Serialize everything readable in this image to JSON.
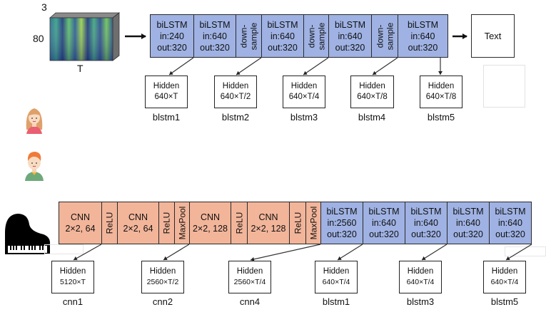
{
  "spectrogram": {
    "channels_label": "3",
    "freq_label": "80",
    "time_label": "T"
  },
  "top_pipeline": {
    "blocks": [
      {
        "type": "bilstm",
        "text": "biLSTM\nin:240\nout:320"
      },
      {
        "type": "bilstm",
        "text": "biLSTM\nin:640\nout:320"
      },
      {
        "type": "downsample",
        "text": "down-\nsample"
      },
      {
        "type": "bilstm",
        "text": "biLSTM\nin:640\nout:320"
      },
      {
        "type": "downsample",
        "text": "down-\nsample"
      },
      {
        "type": "bilstm",
        "text": "biLSTM\nin:640\nout:320"
      },
      {
        "type": "downsample",
        "text": "down-\nsample"
      },
      {
        "type": "bilstm",
        "text": "biLSTM\nin:640\nout:320"
      }
    ],
    "output_label": "Text",
    "hidden": [
      {
        "title": "Hidden",
        "dim": "640×T",
        "name": "blstm1"
      },
      {
        "title": "Hidden",
        "dim": "640×T/2",
        "name": "blstm2"
      },
      {
        "title": "Hidden",
        "dim": "640×T/4",
        "name": "blstm3"
      },
      {
        "title": "Hidden",
        "dim": "640×T/8",
        "name": "blstm4"
      },
      {
        "title": "Hidden",
        "dim": "640×T/8",
        "name": "blstm5"
      }
    ]
  },
  "icons": {
    "speaker_female": "woman-avatar-icon",
    "speaker_male": "man-avatar-icon",
    "instrument": "grand-piano-icon"
  },
  "bottom_pipeline": {
    "blocks": [
      {
        "type": "cnn",
        "text": "CNN\n2×2, 64"
      },
      {
        "type": "relu",
        "text": "ReLU"
      },
      {
        "type": "cnn",
        "text": "CNN\n2×2, 64"
      },
      {
        "type": "relu",
        "text": "ReLU"
      },
      {
        "type": "maxpool",
        "text": "MaxPool"
      },
      {
        "type": "cnn",
        "text": "CNN\n2×2, 128"
      },
      {
        "type": "relu",
        "text": "ReLU"
      },
      {
        "type": "cnn",
        "text": "CNN\n2×2, 128"
      },
      {
        "type": "relu",
        "text": "ReLU"
      },
      {
        "type": "maxpool",
        "text": "MaxPool"
      },
      {
        "type": "bilstm",
        "text": "biLSTM\nin:2560\nout:320"
      },
      {
        "type": "bilstm",
        "text": "biLSTM\nin:640\nout:320"
      },
      {
        "type": "bilstm",
        "text": "biLSTM\nin:640\nout:320"
      },
      {
        "type": "bilstm",
        "text": "biLSTM\nin:640\nout:320"
      },
      {
        "type": "bilstm",
        "text": "biLSTM\nin:640\nout:320"
      }
    ],
    "hidden": [
      {
        "title": "Hidden",
        "dim": "5120×T",
        "name": "cnn1"
      },
      {
        "title": "Hidden",
        "dim": "2560×T/2",
        "name": "cnn2"
      },
      {
        "title": "Hidden",
        "dim": "2560×T/4",
        "name": "cnn4"
      },
      {
        "title": "Hidden",
        "dim": "640×T/4",
        "name": "blstm1"
      },
      {
        "title": "Hidden",
        "dim": "640×T/4",
        "name": "blstm3"
      },
      {
        "title": "Hidden",
        "dim": "640×T/4",
        "name": "blstm5"
      }
    ]
  },
  "colors": {
    "bilstm": "#9fb2e3",
    "cnn": "#f2b59a"
  }
}
